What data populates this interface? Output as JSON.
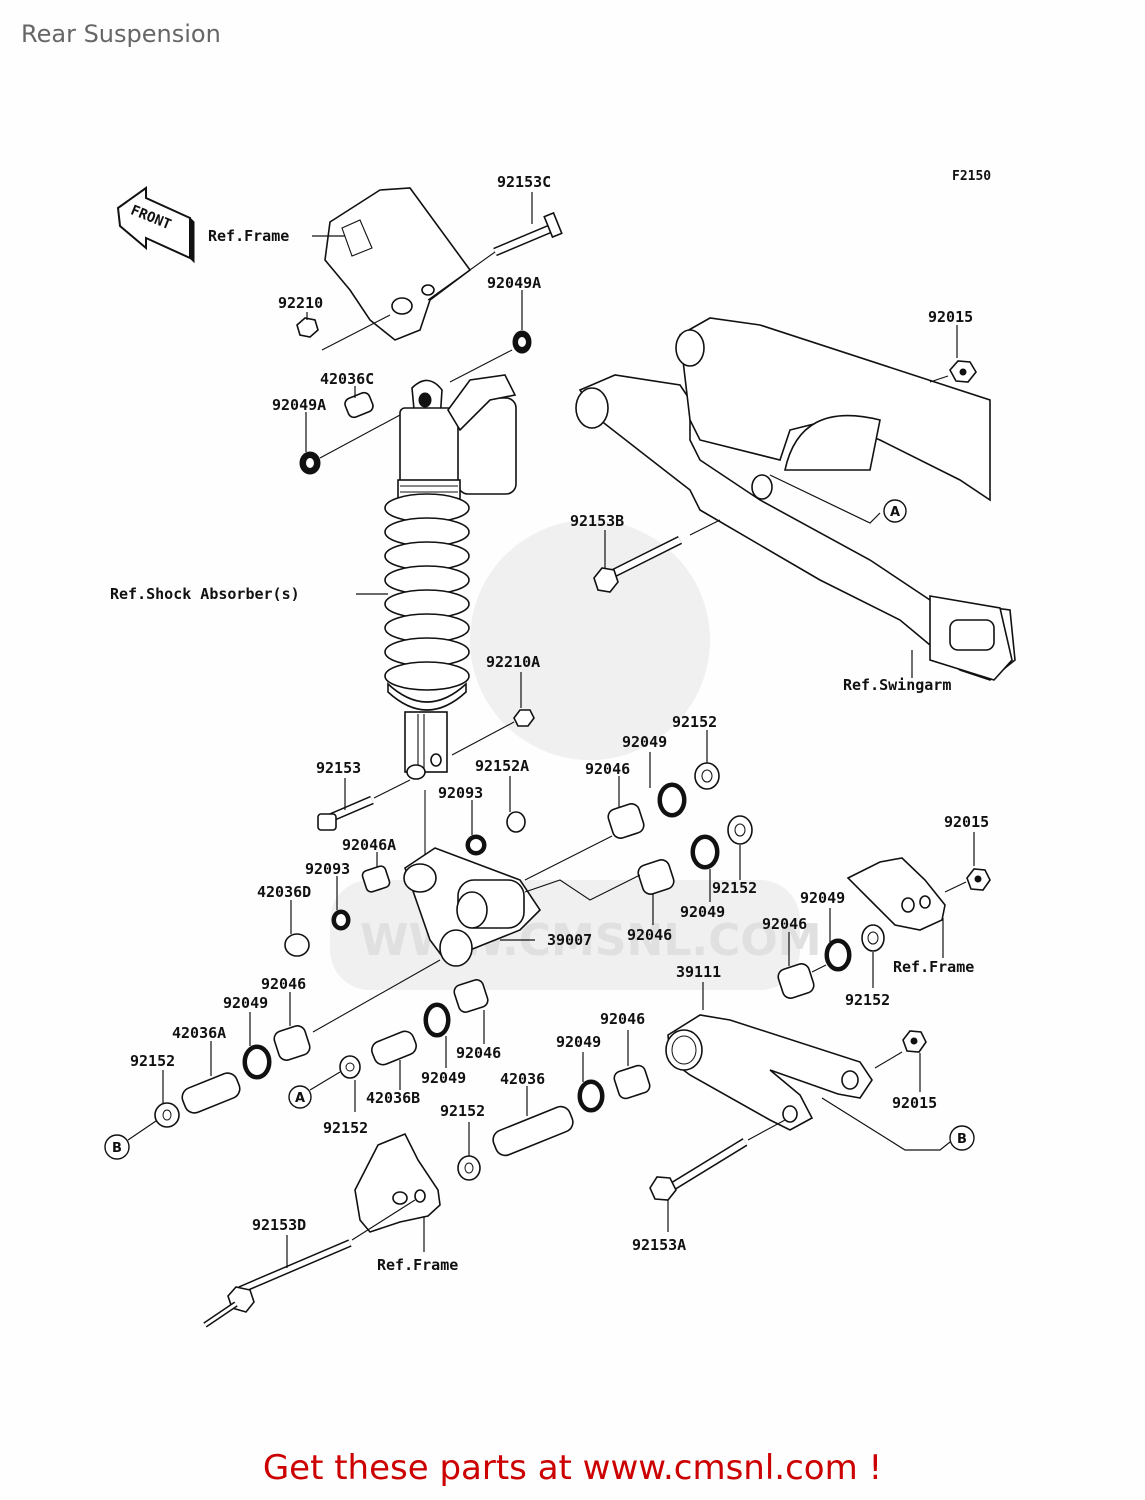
{
  "page": {
    "title": "Rear Suspension",
    "figure_code": "F2150",
    "footer": "Get these parts at www.cmsnl.com !"
  },
  "watermark": {
    "text": "WWW.CMSNL.COM",
    "logo": "CMS"
  },
  "front_arrow": "FRONT",
  "references": {
    "ref_frame_top": "Ref.Frame",
    "ref_shock": "Ref.Shock Absorber(s)",
    "ref_swingarm": "Ref.Swingarm",
    "ref_frame_right": "Ref.Frame",
    "ref_frame_bottom": "Ref.Frame"
  },
  "connectors": {
    "A_swingarm": "A",
    "A_left": "A",
    "B_left": "B",
    "B_right": "B"
  },
  "parts": {
    "p92153C": "92153C",
    "p92210": "92210",
    "p92049A_upper": "92049A",
    "p42036C": "42036C",
    "p92049A_lower": "92049A",
    "p92015_top": "92015",
    "p92153B": "92153B",
    "p92210A": "92210A",
    "p92153": "92153",
    "p92152A": "92152A",
    "p92093_upper": "92093",
    "p92046A": "92046A",
    "p92093_lower": "92093",
    "p42036D": "42036D",
    "p92152_top": "92152",
    "p92049_top": "92049",
    "p92046_top": "92046",
    "p92152_mid": "92152",
    "p92049_mid": "92049",
    "p92046_mid": "92046",
    "p39007": "39007",
    "p92015_right": "92015",
    "p92049_right": "92049",
    "p92046_right": "92046",
    "p92152_right": "92152",
    "p39111": "39111",
    "p92046_left": "92046",
    "p92049_left": "92049",
    "p42036A": "42036A",
    "p92152_left": "92152",
    "p42036B": "42036B",
    "p92049_center": "92049",
    "p92046_center": "92046",
    "p92152_center": "92152",
    "p92046_lower": "92046",
    "p92049_lower": "92049",
    "p42036": "42036",
    "p92152_lower": "92152",
    "p92015_lower": "92015",
    "p92153D": "92153D",
    "p92153A": "92153A"
  }
}
